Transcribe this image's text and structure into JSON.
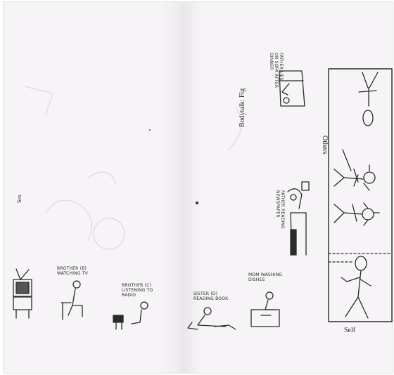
{
  "labels": {
    "sex": "Sex",
    "others": "Others",
    "self": "Self",
    "body_talk": "Bodytalk: Fig",
    "brother_b": "BROTHER (B)\nWATCHING TV",
    "brother_c": "BROTHER (C)\nLISTENING TO\nRADIO",
    "sister_d": "SISTER (D)\nREADING BOOK",
    "mom": "MOM WASHING\nDISHES",
    "father_sleeping": "FATHER LIES\nON SOFA AFTER\nDINNER",
    "father_reading": "FATHER READING\nNEWSPAPER"
  },
  "colors": {
    "paper": "#f6f4f6",
    "ink": "#2a2a2a"
  }
}
